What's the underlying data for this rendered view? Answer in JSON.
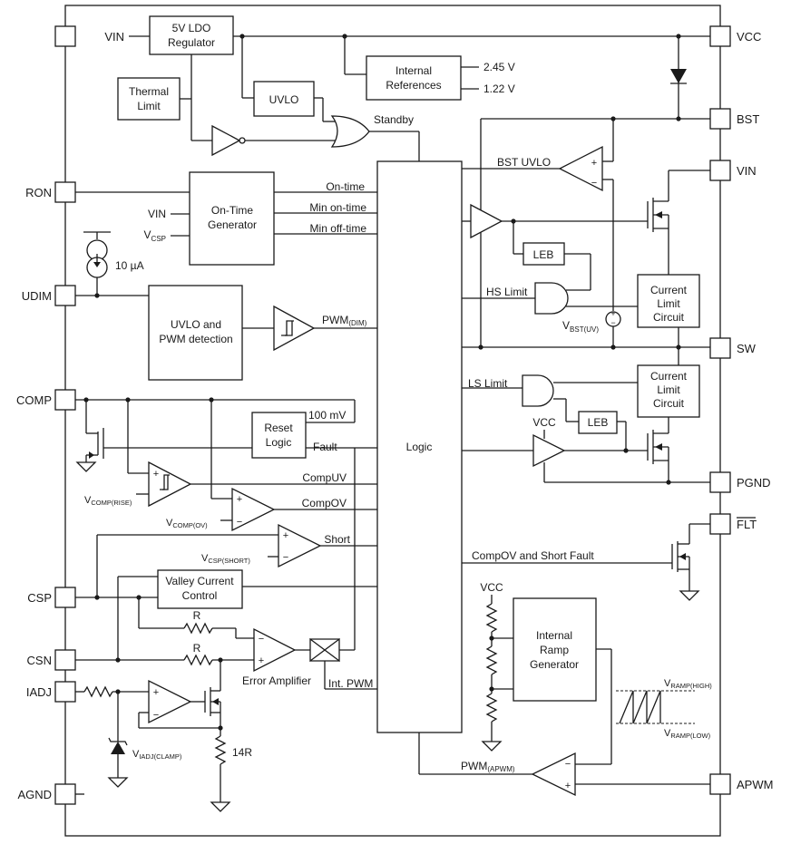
{
  "pins_left": {
    "vin": "VIN",
    "ron": "RON",
    "udim": "UDIM",
    "comp": "COMP",
    "csp": "CSP",
    "csn": "CSN",
    "iadj": "IADJ",
    "agnd": "AGND"
  },
  "pins_right": {
    "vcc": "VCC",
    "bst": "BST",
    "vin": "VIN",
    "sw": "SW",
    "pgnd": "PGND",
    "flt": "FLT",
    "apwm": "APWM"
  },
  "blocks": {
    "ldo": [
      "5V LDO",
      "Regulator"
    ],
    "thermal": [
      "Thermal",
      "Limit"
    ],
    "uvlo": "UVLO",
    "refs": [
      "Internal",
      "References"
    ],
    "ontime": [
      "On-Time",
      "Generator"
    ],
    "uvlo_pwm": [
      "UVLO and",
      "PWM detection"
    ],
    "reset": [
      "Reset",
      "Logic"
    ],
    "logic": "Logic",
    "valley": [
      "Valley Current",
      "Control"
    ],
    "leb": "LEB",
    "cl_high": [
      "Current",
      "Limit",
      "Circuit"
    ],
    "cl_low": [
      "Current",
      "Limit",
      "Circuit"
    ],
    "ramp": [
      "Internal",
      "Ramp",
      "Generator"
    ]
  },
  "labels": {
    "ref_245": "2.45 V",
    "ref_122": "1.22 V",
    "standby": "Standby",
    "bst_uvlo": "BST UVLO",
    "on_time": "On-time",
    "min_on": "Min on-time",
    "min_off": "Min off-time",
    "ontime_vin": "VIN",
    "vcsp_main": "V",
    "vcsp_sub": "CSP",
    "current_source": "10 µA",
    "pwm_dim_main": "PWM",
    "pwm_dim_sub": "(DIM)",
    "hs_limit": "HS Limit",
    "vbst_main": "V",
    "vbst_sub": "BST(UV)",
    "ls_limit": "LS Limit",
    "vcc_driver": "VCC",
    "mv100": "100 mV",
    "fault": "Fault",
    "compuv": "CompUV",
    "compov": "CompOV",
    "short": "Short",
    "vcomp_rise_main": "V",
    "vcomp_rise_sub": "COMP(RISE)",
    "vcomp_ov_main": "V",
    "vcomp_ov_sub": "COMP(OV)",
    "vcsp_short_main": "V",
    "vcsp_short_sub": "CSP(SHORT)",
    "compov_short_fault": "CompOV and Short Fault",
    "vcc_ramp": "VCC",
    "r1": "R",
    "r2": "R",
    "error_amp": "Error Amplifier",
    "int_pwm": "Int. PWM",
    "vramp_high_main": "V",
    "vramp_high_sub": "RAMP(HIGH)",
    "vramp_low_main": "V",
    "vramp_low_sub": "RAMP(LOW)",
    "viadj_main": "V",
    "viadj_sub": "IADJ(CLAMP)",
    "r14": "14R",
    "pwm_apwm_main": "PWM",
    "pwm_apwm_sub": "(APWM)",
    "plus": "+",
    "minus": "−"
  }
}
